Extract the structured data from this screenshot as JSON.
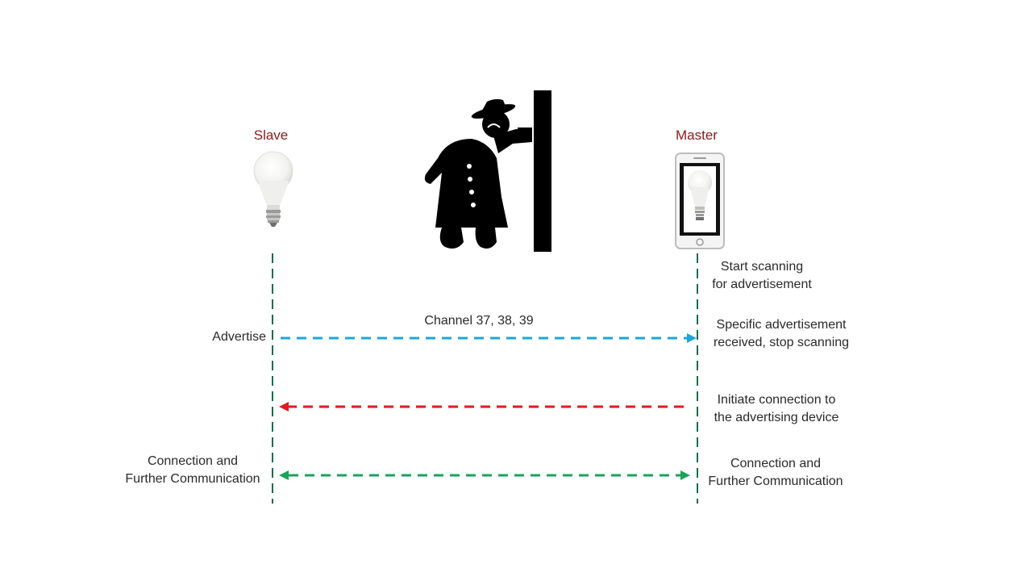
{
  "roles": {
    "slave": "Slave",
    "master": "Master"
  },
  "channel_label": "Channel 37, 38, 39",
  "slave_notes": {
    "advertise": "Advertise",
    "connection_line1": "Connection and",
    "connection_line2": "Further Communication"
  },
  "master_notes": {
    "scan_line1": "Start scanning",
    "scan_line2": "for advertisement",
    "received_line1": "Specific advertisement",
    "received_line2": "received, stop scanning",
    "initiate_line1": "Initiate connection to",
    "initiate_line2": "the advertising device",
    "connection_line1": "Connection and",
    "connection_line2": "Further Communication"
  },
  "messages": [
    {
      "from": "slave",
      "to": "master",
      "color": "#1ea5d6",
      "label": "Advertise"
    },
    {
      "from": "master",
      "to": "slave",
      "color": "#e31b1b",
      "label": "Initiate connection"
    },
    {
      "from": "both",
      "to": "both",
      "color": "#1aa35a",
      "label": "Connection and Further Communication"
    }
  ],
  "colors": {
    "lifeline": "#1e6b4a",
    "role_text": "#8b1a1a"
  },
  "icons": {
    "slave": "light-bulb-icon",
    "master": "smartphone-icon",
    "eavesdropper": "eavesdropper-icon"
  }
}
